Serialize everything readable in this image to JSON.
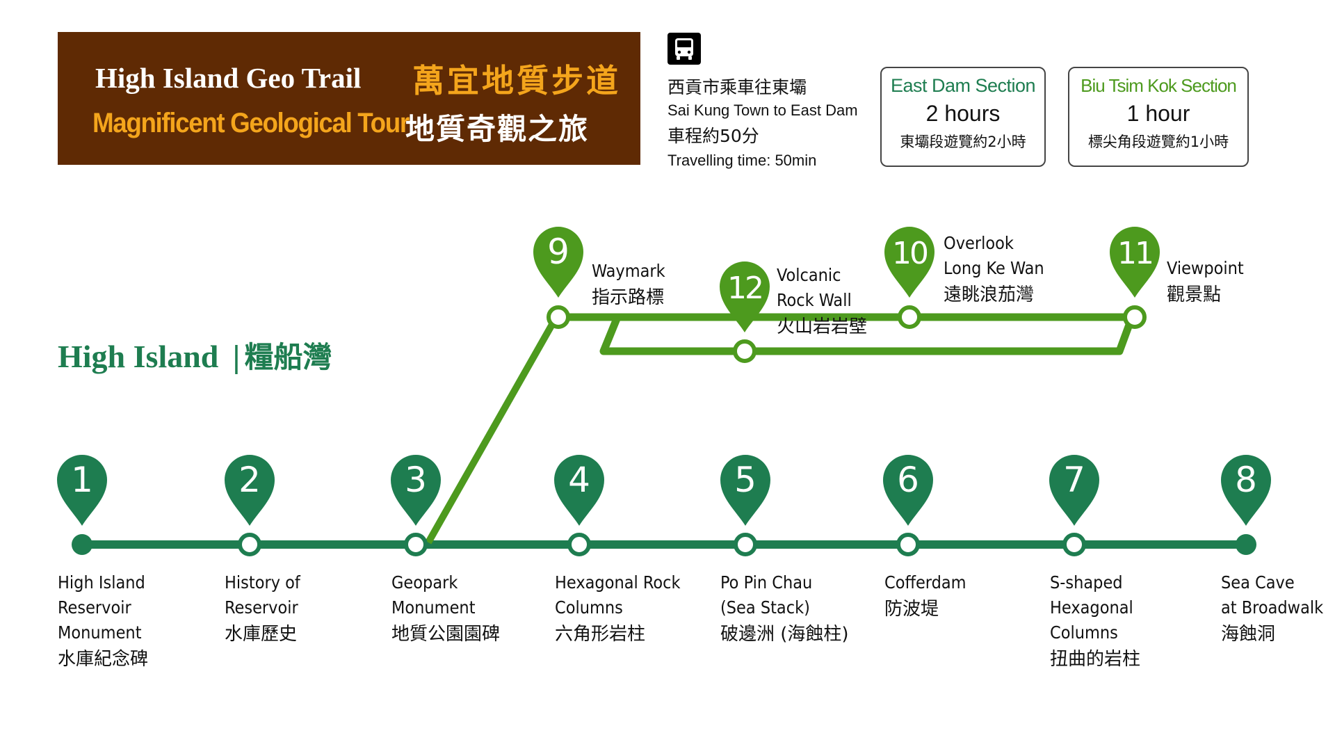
{
  "banner": {
    "title_en": "High Island Geo Trail",
    "subtitle_en": "Magnificent Geological Tour",
    "title_zh": "萬宜地質步道",
    "subtitle_zh": "地質奇觀之旅"
  },
  "transport": {
    "icon": "bus-icon",
    "route_zh": "西貢市乘車往東壩",
    "route_en": "Sai Kung Town to East Dam",
    "time_zh": "車程約50分",
    "time_en": "Travelling time: 50min"
  },
  "sections": [
    {
      "title": "East Dam Section",
      "duration": "2 hours",
      "note_zh": "東壩段遊覽約2小時",
      "color": "#1e7d50"
    },
    {
      "title": "Biu Tsim Kok Section",
      "duration": "1 hour",
      "note_zh": "標尖角段遊覽約1小時",
      "color": "#4d9a1e"
    }
  ],
  "area": {
    "name_en": "High Island",
    "separator": "|",
    "name_zh": "糧船灣"
  },
  "colors": {
    "east_dam": "#1e7d50",
    "biu_tsim_kok": "#4d9a1e",
    "banner_bg": "#5f2a04",
    "banner_accent": "#f4a51c"
  },
  "stops": [
    {
      "num": "1",
      "lines": [
        "High Island",
        "Reservoir",
        "Monument"
      ],
      "zh": "水庫紀念碑"
    },
    {
      "num": "2",
      "lines": [
        "History of",
        "Reservoir"
      ],
      "zh": "水庫歷史"
    },
    {
      "num": "3",
      "lines": [
        "Geopark",
        "Monument"
      ],
      "zh": "地質公園園碑"
    },
    {
      "num": "4",
      "lines": [
        "Hexagonal Rock",
        "Columns"
      ],
      "zh": "六角形岩柱"
    },
    {
      "num": "5",
      "lines": [
        "Po Pin Chau",
        "(Sea Stack)"
      ],
      "zh": "破邊洲 (海蝕柱)"
    },
    {
      "num": "6",
      "lines": [
        "Cofferdam"
      ],
      "zh": "防波堤"
    },
    {
      "num": "7",
      "lines": [
        "S-shaped",
        "Hexagonal",
        "Columns"
      ],
      "zh": "扭曲的岩柱"
    },
    {
      "num": "8",
      "lines": [
        "Sea Cave",
        "at Broadwalk"
      ],
      "zh": "海蝕洞"
    },
    {
      "num": "9",
      "lines": [
        "Waymark"
      ],
      "zh": "指示路標"
    },
    {
      "num": "10",
      "lines": [
        "Overlook",
        "Long Ke Wan"
      ],
      "zh": "遠眺浪茄灣"
    },
    {
      "num": "11",
      "lines": [
        "Viewpoint"
      ],
      "zh": "觀景點"
    },
    {
      "num": "12",
      "lines": [
        "Volcanic",
        "Rock Wall"
      ],
      "zh": "火山岩岩壁"
    }
  ]
}
